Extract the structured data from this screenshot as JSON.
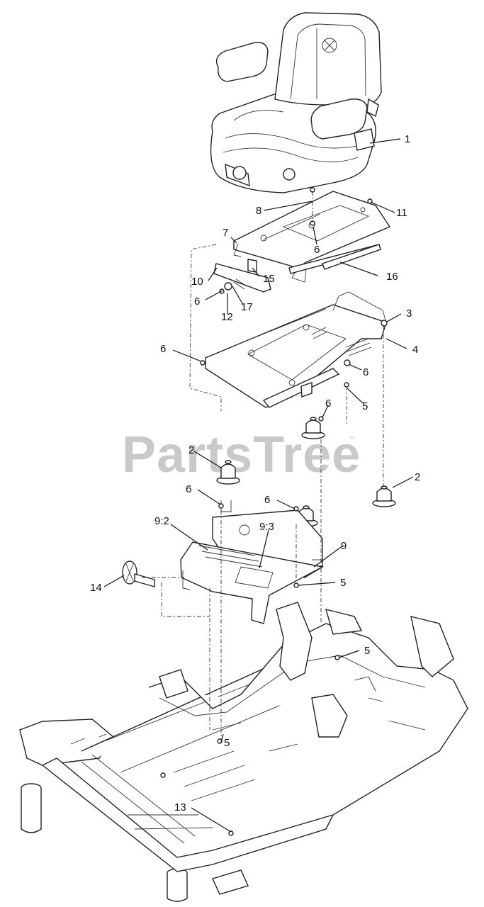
{
  "watermark": {
    "text": "PartsTree",
    "mark": "™"
  },
  "callouts": {
    "c1": "1",
    "c2a": "2",
    "c2b": "2",
    "c3": "3",
    "c4": "4",
    "c5a": "5",
    "c5b": "5",
    "c5c": "5",
    "c5d": "5",
    "c6a": "6",
    "c6b": "6",
    "c6c": "6",
    "c6d": "6",
    "c6e": "6",
    "c6f": "6",
    "c6g": "6",
    "c7": "7",
    "c8": "8",
    "c9": "9",
    "c92": "9:2",
    "c93": "9:3",
    "c10": "10",
    "c11": "11",
    "c12": "12",
    "c13": "13",
    "c14": "14",
    "c15": "15",
    "c16": "16",
    "c17": "17"
  }
}
